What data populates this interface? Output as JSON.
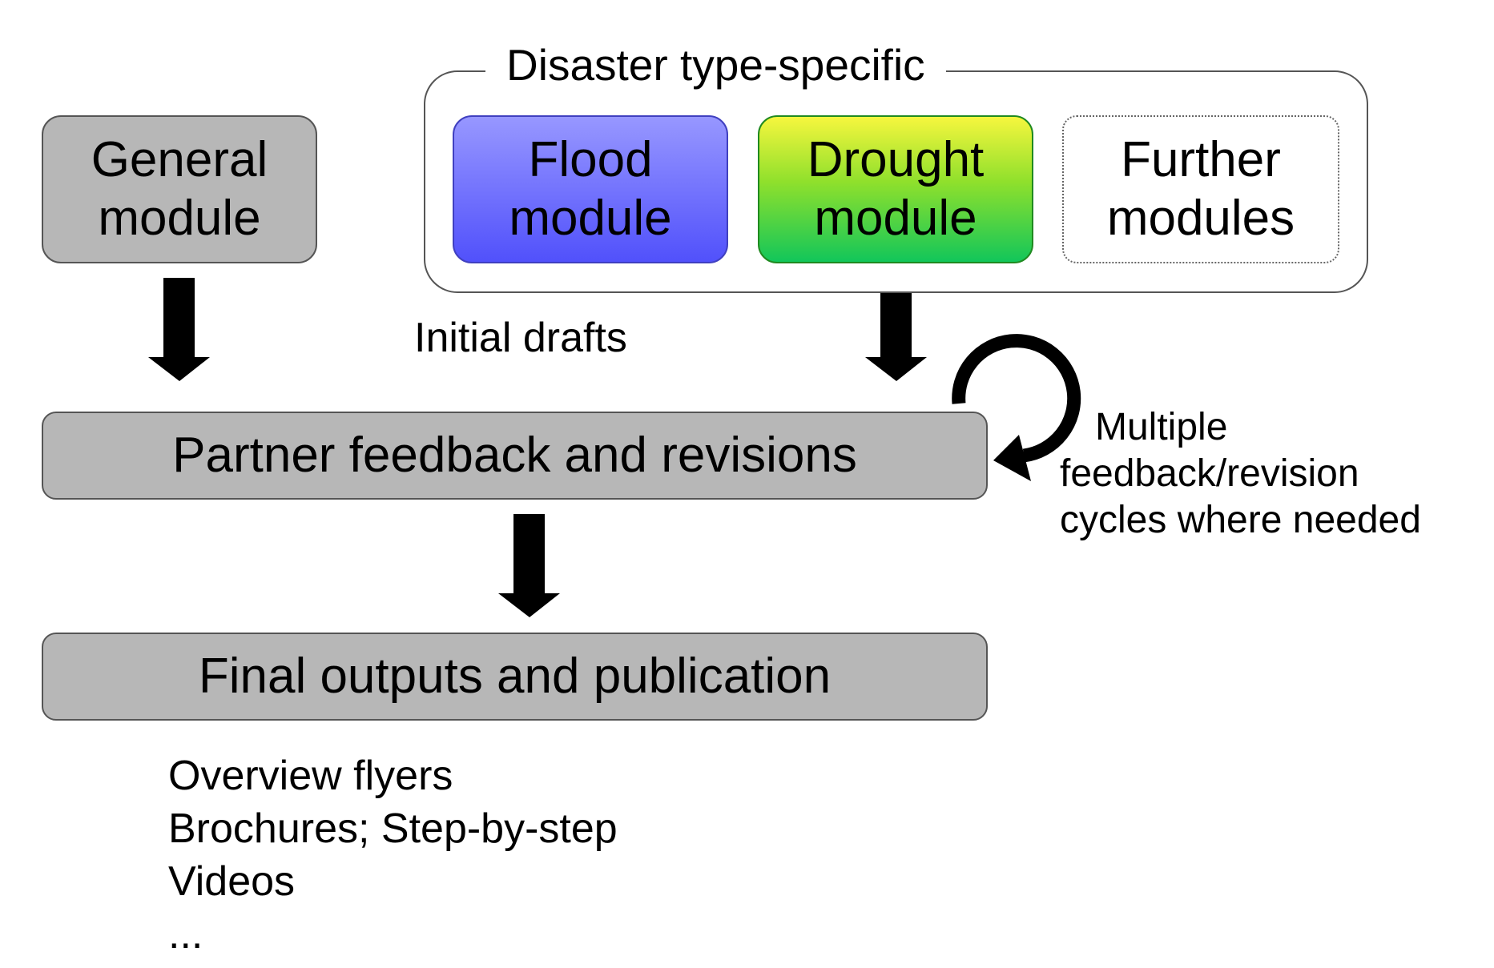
{
  "general_module": "General module",
  "group_title": "Disaster type-specific",
  "modules": [
    {
      "label": "Flood module"
    },
    {
      "label": "Drought module"
    },
    {
      "label": "Further modules"
    }
  ],
  "initial_drafts": "Initial drafts",
  "partner_feedback": "Partner feedback and revisions",
  "cycle_note": {
    "line1": "Multiple",
    "line2": "feedback/revision",
    "line3": "cycles where needed"
  },
  "final_outputs": "Final outputs and publication",
  "outputs_list": [
    "Overview flyers",
    "Brochures; Step-by-step",
    "Videos",
    "..."
  ],
  "colors": {
    "gray_box": "#b7b7b7",
    "flood_top": "#9797ff",
    "flood_bottom": "#5151fb",
    "drought_top": "#f6f63e",
    "drought_bottom": "#12c65a"
  }
}
